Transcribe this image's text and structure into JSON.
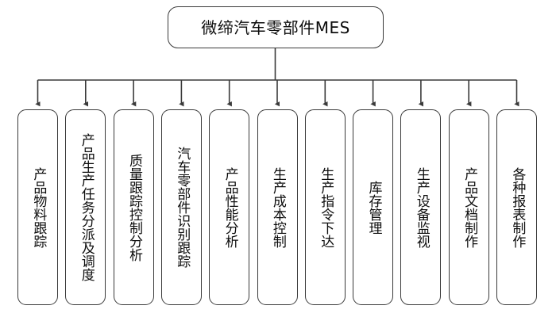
{
  "diagram": {
    "type": "organization-tree",
    "orientation": "top-down",
    "root": {
      "label": "微缔汽车零部件MES"
    },
    "children": [
      {
        "label": "产品物料跟踪"
      },
      {
        "label": "产品生产任务分派及调度"
      },
      {
        "label": "质量跟踪控制分析"
      },
      {
        "label": "汽车零部件识别跟踪"
      },
      {
        "label": "产品性能分析"
      },
      {
        "label": "生产成本控制"
      },
      {
        "label": "生产指令下达"
      },
      {
        "label": "库存管理"
      },
      {
        "label": "生产设备监视"
      },
      {
        "label": "产品文档制作"
      },
      {
        "label": "各种报表制作"
      }
    ],
    "colors": {
      "background": "#ffffff",
      "box_fill": "#ffffff",
      "box_border": "#3a3a3a",
      "connector": "#3a3a3a",
      "text": "#0d0d0d"
    }
  }
}
